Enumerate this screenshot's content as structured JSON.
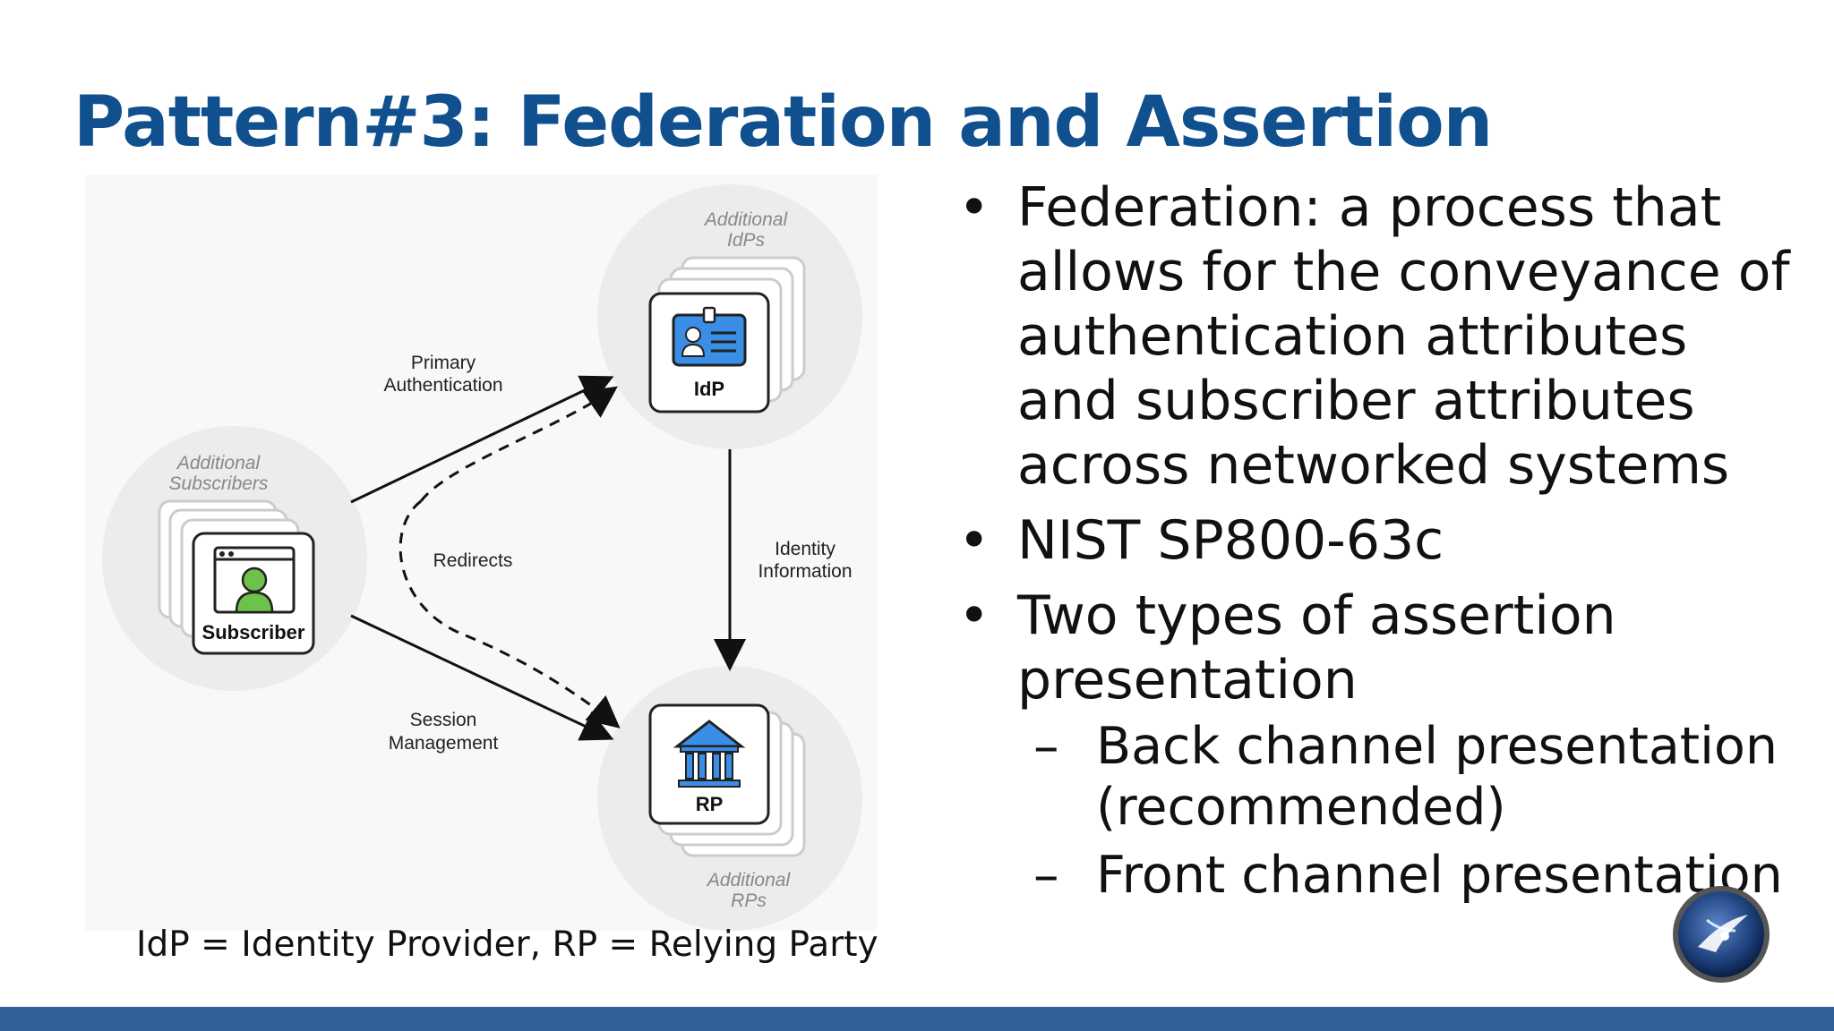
{
  "slide": {
    "title": "Pattern#3: Federation and Assertion",
    "footnote": "IdP = Identity Provider, RP = Relying Party"
  },
  "diagram": {
    "subscriber": {
      "group_label_1": "Additional",
      "group_label_2": "Subscribers",
      "caption": "Subscriber"
    },
    "idp": {
      "group_label_1": "Additional",
      "group_label_2": "IdPs",
      "caption": "IdP"
    },
    "rp": {
      "group_label_1": "Additional",
      "group_label_2": "RPs",
      "caption": "RP"
    },
    "edges": {
      "primary_auth_1": "Primary",
      "primary_auth_2": "Authentication",
      "redirects": "Redirects",
      "identity_info_1": "Identity",
      "identity_info_2": "Information",
      "session_mgmt_1": "Session",
      "session_mgmt_2": "Management"
    }
  },
  "bullets": [
    {
      "text": "Federation: a process that allows for the conveyance of authentication attributes and subscriber attributes across networked systems"
    },
    {
      "text": "NIST SP800-63c"
    },
    {
      "text": "Two types of assertion presentation"
    }
  ],
  "sub_bullets": [
    {
      "text": "Back channel presentation (recommended)"
    },
    {
      "text": "Front channel presentation"
    }
  ],
  "bullet_symbol": "•",
  "dash_symbol": "–",
  "colors": {
    "title": "#10508e",
    "bottom_bar": "#34609a",
    "icon_blue": "#3a8ee6",
    "subscriber_green": "#6cc24a"
  }
}
